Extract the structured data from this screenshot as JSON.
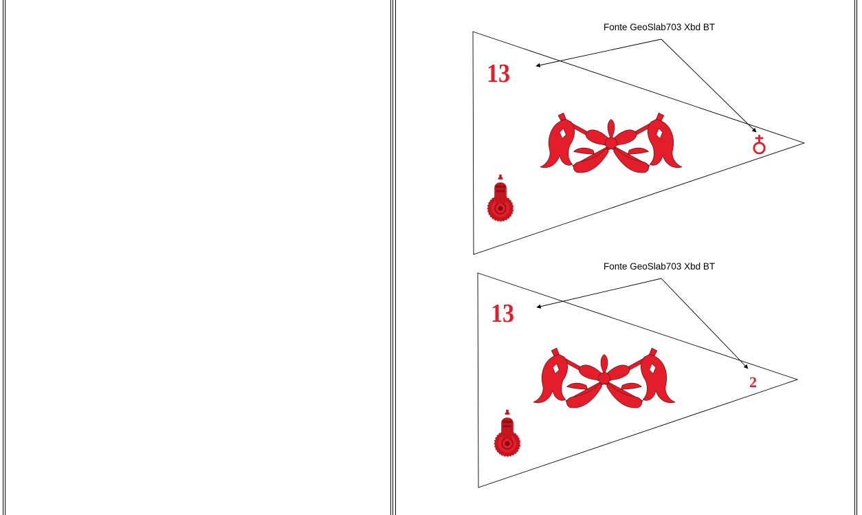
{
  "colors": {
    "emblem_red": "#e41d2b",
    "emblem_dark": "#c3161f",
    "outline": "#000000"
  },
  "pennants": [
    {
      "caption": "Fonte GeoSlab703 Xbd BT",
      "corner_number": "13",
      "tip_marker": {
        "kind": "symbol",
        "icon": "ring-cross-icon",
        "text": ""
      },
      "emblem_icon": "crossed-lances-with-bow-icon",
      "badge_icon": "sapper-helmet-on-gear-icon"
    },
    {
      "caption": "Fonte GeoSlab703 Xbd BT",
      "corner_number": "13",
      "tip_marker": {
        "kind": "text",
        "icon": "",
        "text": "2"
      },
      "emblem_icon": "crossed-lances-with-bow-icon",
      "badge_icon": "sapper-helmet-on-gear-icon"
    }
  ]
}
